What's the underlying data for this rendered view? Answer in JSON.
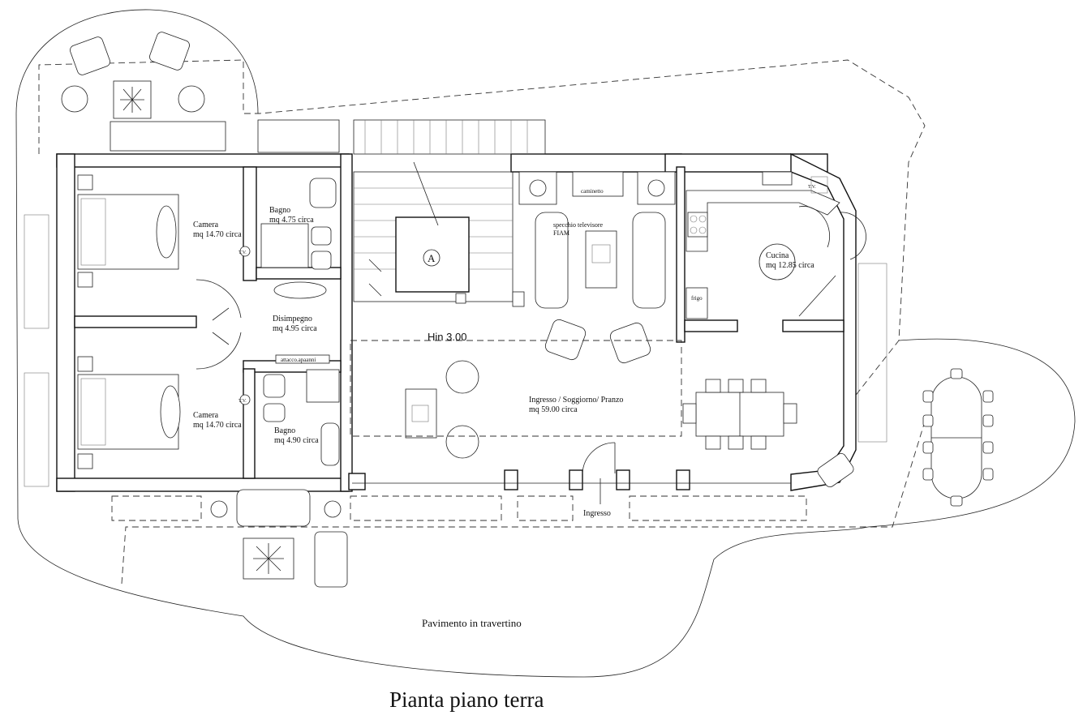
{
  "title": "Pianta piano terra",
  "outdoor_label": "Pavimento in travertino",
  "height_label": "Hin 3.00",
  "stair_marker": "A",
  "entrance_label": "Ingresso",
  "rooms": {
    "camera_top": {
      "name": "Camera",
      "area": "mq 14.70 circa"
    },
    "camera_bottom": {
      "name": "Camera",
      "area": "mq 14.70 circa"
    },
    "bagno_top": {
      "name": "Bagno",
      "area": "mq 4.75 circa"
    },
    "bagno_bottom": {
      "name": "Bagno",
      "area": "mq 4.90 circa"
    },
    "disimpegno": {
      "name": "Disimpegno",
      "area": "mq 4.95 circa"
    },
    "soggiorno": {
      "name": "Ingresso / Soggiorno/ Pranzo",
      "area": "mq 59.00 circa"
    },
    "cucina": {
      "name": "Cucina",
      "area": "mq 12.85 circa"
    }
  },
  "fixtures": {
    "tv_top": "T.V.",
    "tv_bottom": "T.V.",
    "tv_kitchen": "T.V.",
    "attacco_lavatrice": "attacco.apaanni",
    "camino": "caminetto",
    "specchio": "specchio televisore",
    "specchio_sub": "FIAM",
    "frigo": "frigo"
  }
}
